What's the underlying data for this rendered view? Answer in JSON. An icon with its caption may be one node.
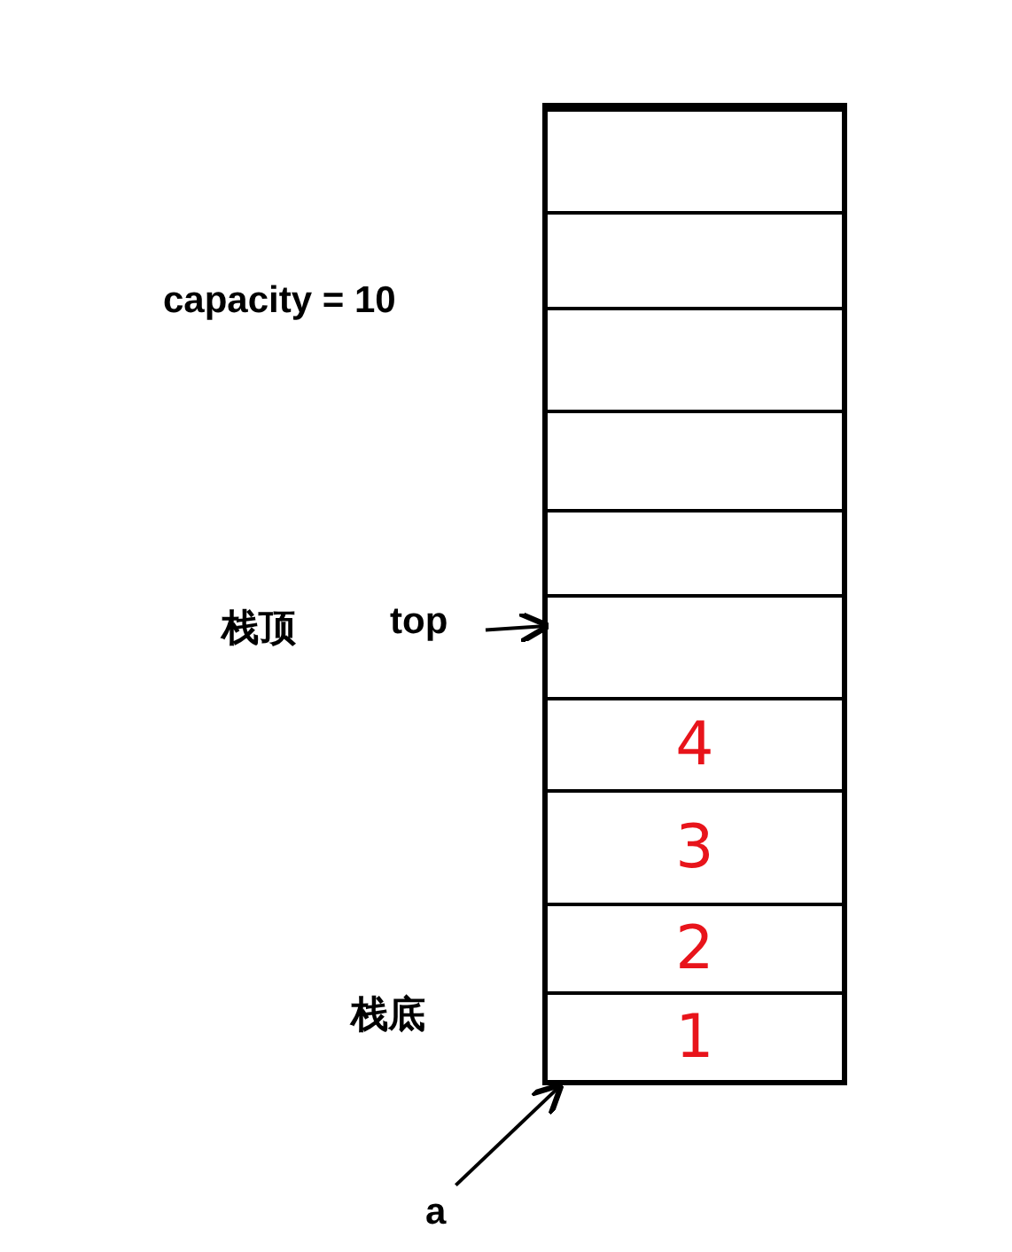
{
  "diagram": {
    "nodes": [
      {
        "text": [],
        "shape": "box"
      },
      {
        "text": [],
        "shape": "box",
        "in": 0
      },
      {
        "text": [],
        "shape": "box",
        "in": 0
      },
      {
        "text": [],
        "shape": "box",
        "in": 0
      },
      {
        "text": [],
        "shape": "box",
        "in": 0
      },
      {
        "text": [],
        "shape": "box",
        "in": 0
      },
      {
        "text": [],
        "shape": "box",
        "in": 0
      },
      {
        "text": [
          "4"
        ],
        "in": 0
      },
      {
        "text": [
          "3"
        ],
        "in": 0
      },
      {
        "text": [
          "2"
        ],
        "in": 0
      },
      {
        "text": [
          "1"
        ],
        "in": 0
      },
      {
        "text": [
          "top"
        ]
      },
      {
        "text": [
          "a"
        ]
      }
    ],
    "edges": [
      {
        "from": 11,
        "to": 6,
        "arrow": "to"
      },
      {
        "from": 12,
        "to": 0,
        "arrow": "to"
      }
    ],
    "labels": [
      "capacity = 10",
      "栈顶",
      "栈底"
    ]
  }
}
